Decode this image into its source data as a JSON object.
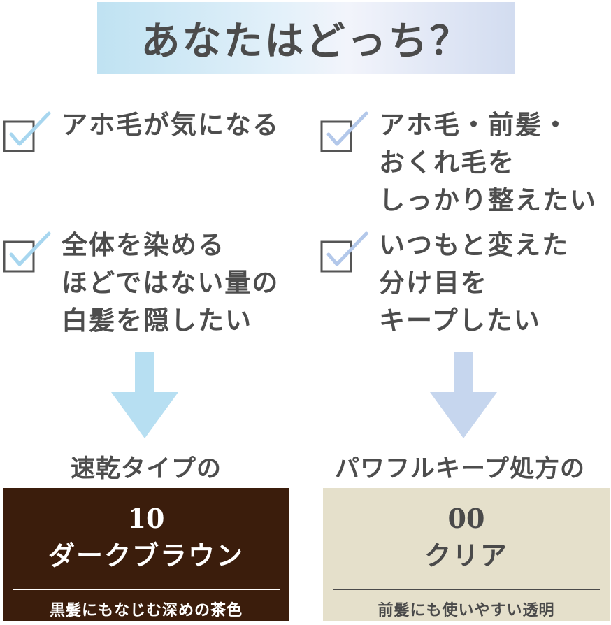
{
  "title": "あなたはどっち？",
  "colors": {
    "arrow_left": "#b7dff2",
    "arrow_right": "#c6d6ee",
    "box_left_bg": "#3b1d0c",
    "box_right_bg": "#e5e0cb",
    "check_left": "#a7d6ef",
    "check_right": "#b3c8ea"
  },
  "left": {
    "items": [
      {
        "lines": [
          "アホ毛が気になる"
        ]
      },
      {
        "lines": [
          "全体を染める",
          "ほどではない量の",
          "白髪を隠したい"
        ]
      }
    ],
    "result_label": "速乾タイプの",
    "product": {
      "number": "10",
      "name": "ダークブラウン",
      "description": "黒髪にもなじむ深めの茶色"
    }
  },
  "right": {
    "items": [
      {
        "lines": [
          "アホ毛・前髪・",
          "おくれ毛を",
          "しっかり整えたい"
        ]
      },
      {
        "lines": [
          "いつもと変えた",
          "分け目を",
          "キープしたい"
        ]
      }
    ],
    "result_label": "パワフルキープ処方の",
    "product": {
      "number": "00",
      "name": "クリア",
      "description": "前髪にも使いやすい透明"
    }
  }
}
